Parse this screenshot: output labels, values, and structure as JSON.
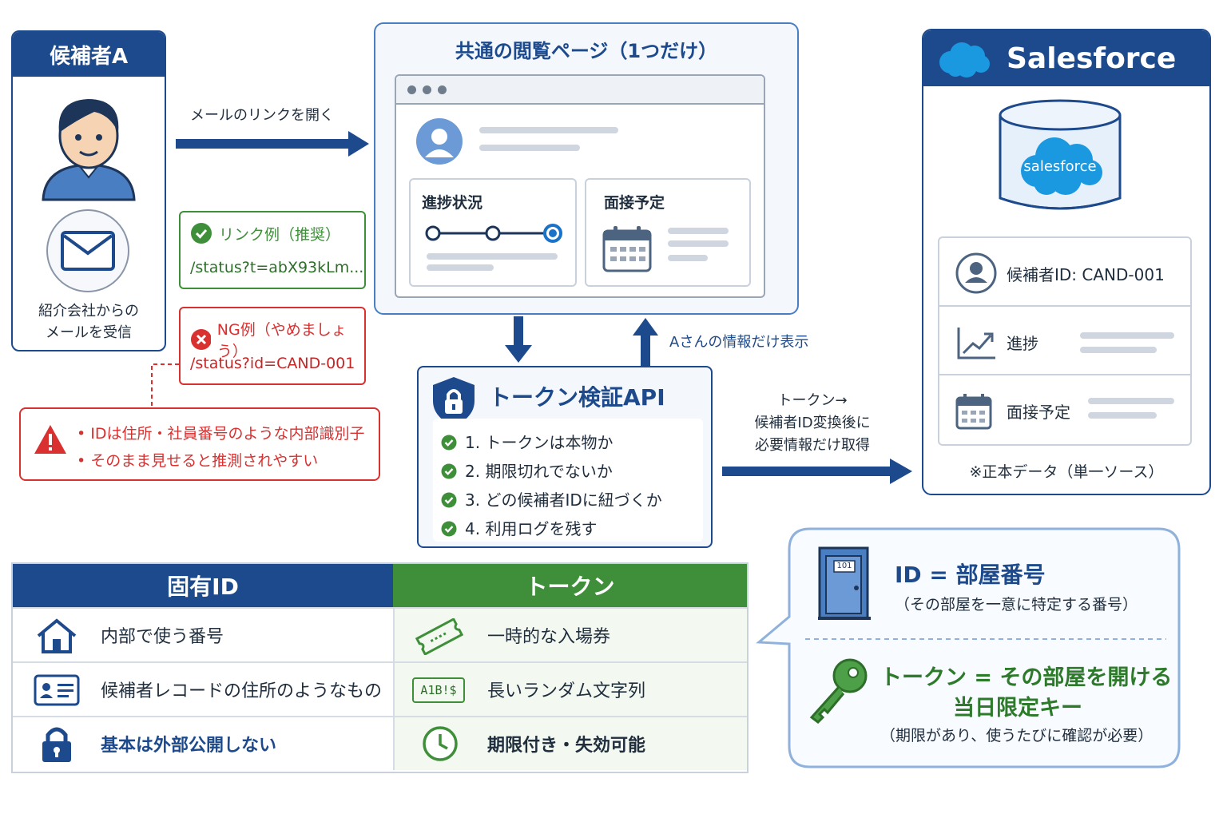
{
  "candidate": {
    "title": "候補者A",
    "caption_line1": "紹介会社からの",
    "caption_line2": "メールを受信"
  },
  "flow": {
    "open_link_label": "メールのリンクを開く",
    "show_only_a_label": "Aさんの情報だけ表示",
    "fetch_label_line1": "トークン→",
    "fetch_label_line2": "候補者ID変換後に",
    "fetch_label_line3": "必要情報だけ取得"
  },
  "link_examples": {
    "ok_title": "リンク例（推奨）",
    "ok_url": "/status?t=abX93kLm...",
    "ng_title": "NG例（やめましょう）",
    "ng_url": "/status?id=CAND-001",
    "warning_line1": "• IDは住所・社員番号のような内部識別子",
    "warning_line2": "• そのまま見せると推測されやすい"
  },
  "common_page": {
    "title": "共通の閲覧ページ（1つだけ）",
    "progress_label": "進捗状況",
    "interview_label": "面接予定",
    "progress_steps": 3,
    "progress_current": 3
  },
  "token_api": {
    "title": "トークン検証API",
    "steps": [
      "1. トークンは本物か",
      "2. 期限切れでないか",
      "3. どの候補者IDに紐づくか",
      "4. 利用ログを残す"
    ]
  },
  "salesforce": {
    "title": "Salesforce",
    "db_label": "salesforce",
    "rows": [
      {
        "icon": "user-icon",
        "label": "候補者ID: CAND-001"
      },
      {
        "icon": "chart-icon",
        "label": "進捗"
      },
      {
        "icon": "calendar-icon",
        "label": "面接予定"
      }
    ],
    "note": "※正本データ（単一ソース）"
  },
  "comparison": {
    "id_header": "固有ID",
    "token_header": "トークン",
    "id_rows": [
      {
        "icon": "house-icon",
        "label": "内部で使う番号"
      },
      {
        "icon": "id-card-icon",
        "label": "候補者レコードの住所のようなもの"
      },
      {
        "icon": "lock-icon",
        "label": "基本は外部公開しない"
      }
    ],
    "token_rows": [
      {
        "icon": "ticket-icon",
        "label": "一時的な入場券"
      },
      {
        "icon": "random-string-icon",
        "label": "長いランダム文字列",
        "badge": "A1B!$"
      },
      {
        "icon": "clock-icon",
        "label": "期限付き・失効可能"
      }
    ]
  },
  "analogy": {
    "door_number": "101",
    "id_title": "ID = 部屋番号",
    "id_sub": "（その部屋を一意に特定する番号）",
    "token_title_line1": "トークン = その部屋を開ける",
    "token_title_line2": "当日限定キー",
    "token_sub": "（期限があり、使うたびに確認が必要）"
  },
  "colors": {
    "navy": "#1d4a8c",
    "green": "#3f8f3a",
    "red": "#d93030",
    "sky": "#4a7ec2"
  }
}
